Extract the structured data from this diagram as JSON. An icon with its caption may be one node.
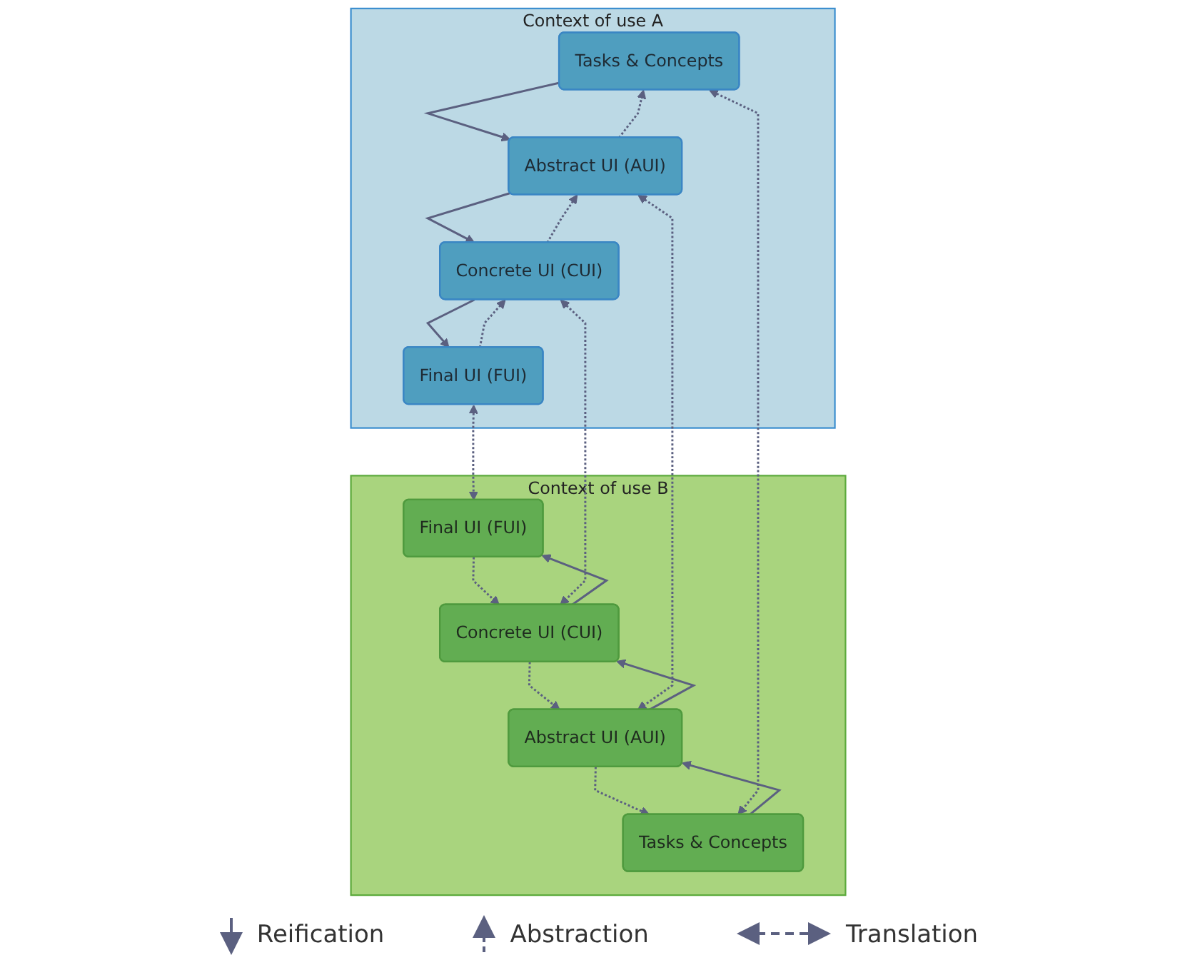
{
  "diagram": {
    "nodes": [
      {
        "text": [
          "Context of use A"
        ]
      },
      {
        "text": [
          "Tasks & Concepts"
        ],
        "in": 0
      },
      {
        "text": [
          "Abstract UI (AUI)"
        ],
        "in": 0
      },
      {
        "text": [
          "Concrete UI (CUI)"
        ],
        "in": 0
      },
      {
        "text": [
          "Final UI (FUI)"
        ],
        "in": 0
      },
      {
        "text": [
          "Context of use B"
        ]
      },
      {
        "text": [
          "Tasks & Concepts"
        ],
        "in": 5
      },
      {
        "text": [
          "Abstract UI (AUI)"
        ],
        "in": 5
      },
      {
        "text": [
          "Concrete UI (CUI)"
        ],
        "in": 5
      },
      {
        "text": [
          "Final UI (FUI)"
        ],
        "in": 5
      }
    ],
    "edges": [
      {
        "from": 1,
        "to": 2,
        "arrow": "to"
      },
      {
        "from": 2,
        "to": 1,
        "arrow": "to",
        "style": "dashed"
      },
      {
        "from": 2,
        "to": 3,
        "arrow": "to"
      },
      {
        "from": 3,
        "to": 2,
        "arrow": "to",
        "style": "dashed"
      },
      {
        "from": 3,
        "to": 4,
        "arrow": "to"
      },
      {
        "from": 4,
        "to": 3,
        "arrow": "to",
        "style": "dashed"
      },
      {
        "from": 6,
        "to": 7,
        "arrow": "to"
      },
      {
        "from": 7,
        "to": 6,
        "arrow": "to",
        "style": "dashed"
      },
      {
        "from": 7,
        "to": 8,
        "arrow": "to"
      },
      {
        "from": 8,
        "to": 7,
        "arrow": "to",
        "style": "dashed"
      },
      {
        "from": 8,
        "to": 9,
        "arrow": "to"
      },
      {
        "from": 9,
        "to": 8,
        "arrow": "to",
        "style": "dashed"
      },
      {
        "from": 1,
        "to": 6,
        "arrow": "both",
        "style": "dashed"
      },
      {
        "from": 2,
        "to": 7,
        "arrow": "both",
        "style": "dashed"
      },
      {
        "from": 3,
        "to": 8,
        "arrow": "both",
        "style": "dashed"
      },
      {
        "from": 4,
        "to": 9,
        "arrow": "both",
        "style": "dashed"
      }
    ],
    "legend": [
      {
        "text": "Reification"
      },
      {
        "text": "Abstraction"
      },
      {
        "text": "Translation"
      }
    ]
  }
}
